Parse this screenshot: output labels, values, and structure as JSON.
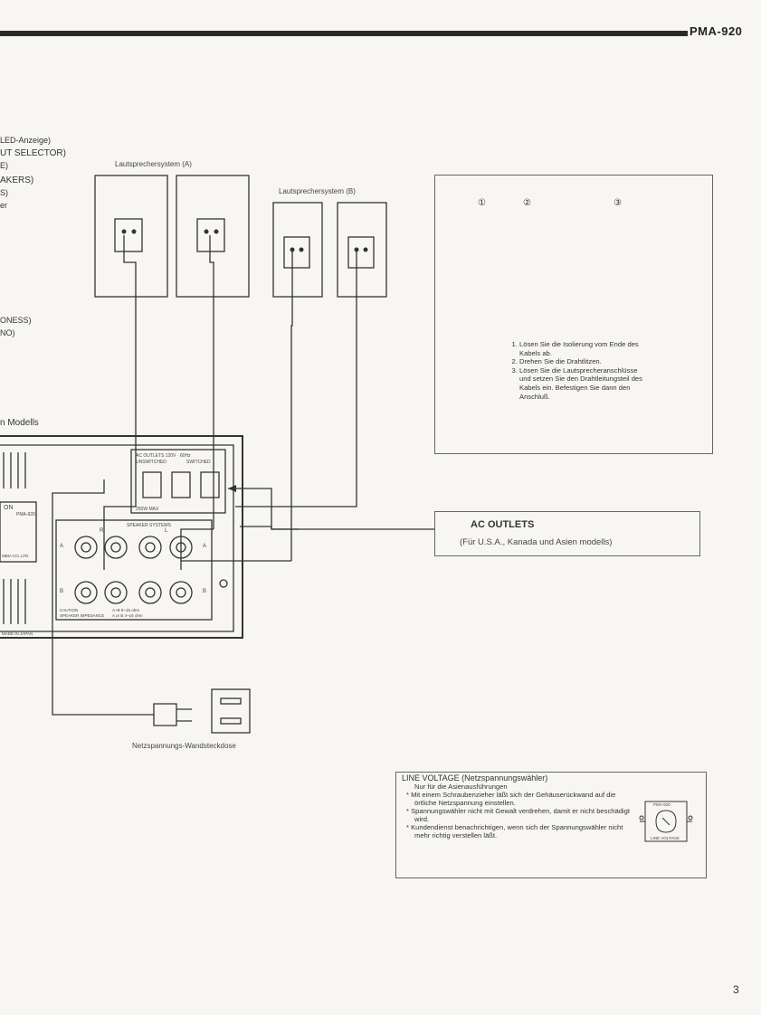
{
  "header": {
    "model": "PMA-920"
  },
  "left_labels": [
    "LED-Anzeige)",
    "UT SELECTOR)",
    "E)",
    "AKERS)",
    "S)",
    "er",
    "ONESS)",
    "NO)",
    "n Modells"
  ],
  "speakers": {
    "group_a": "Lautsprechersystem (A)",
    "group_b": "Lautsprechersystem (B)"
  },
  "wire_instructions": {
    "step_marks": [
      "①",
      "②",
      "③"
    ],
    "steps": [
      "Lösen Sie die Isolierung vom Ende des Kabels ab.",
      "Drehen Sie die Drahtlitzen.",
      "Lösen Sie die Lautsprecheranschlüsse und setzen Sie den Drahtleitungsteil des Kabels ein. Befestigen Sie dann den Anschluß."
    ]
  },
  "rear_panel": {
    "outlets_label": "AC OUTLETS 120V · 60Hz",
    "unswitched": "UNSWITCHED",
    "switched": "SWITCHED",
    "watt": "250W MAX",
    "speaker_systems": "SPEAKER SYSTEMS",
    "r": "R",
    "l": "L",
    "a": "A",
    "b": "B",
    "caution": "CAUTION",
    "impedance": "SPEAKER IMPEDANCE",
    "imp_a": "A+B 8~16 ohm",
    "imp_b": "A or B 4~16 ohm",
    "label_model": "PMA-920",
    "label_brand": "ON",
    "label_company": "MBIA CO.,LTD",
    "made_in": "MADE IN JAPAN"
  },
  "ac_outlets": {
    "title": "AC OUTLETS",
    "subtitle": "(Für U.S.A., Kanada und Asien modells)"
  },
  "wall_outlet": "Netzspannungs-Wandsteckdose",
  "line_voltage": {
    "title": "LINE VOLTAGE (Netzspannungswähler)",
    "subtitle": "Nur für die Asienausführungen",
    "bullets": [
      "Mit einem Schraubenzieher läßt sich der Gehäuserückwand auf die örtliche Netzspannung einstellen.",
      "Spannungswähler nicht mit Gewalt verdrehen, damit er nicht beschädigt wird.",
      "Kundendienst benachrichtigen, wenn sich der Spannungswähler nicht mehr richtig verstellen läßt."
    ],
    "selector_top": "PMA-920",
    "selector_bottom": "LINE VOLTAGE"
  },
  "page_number": "3"
}
